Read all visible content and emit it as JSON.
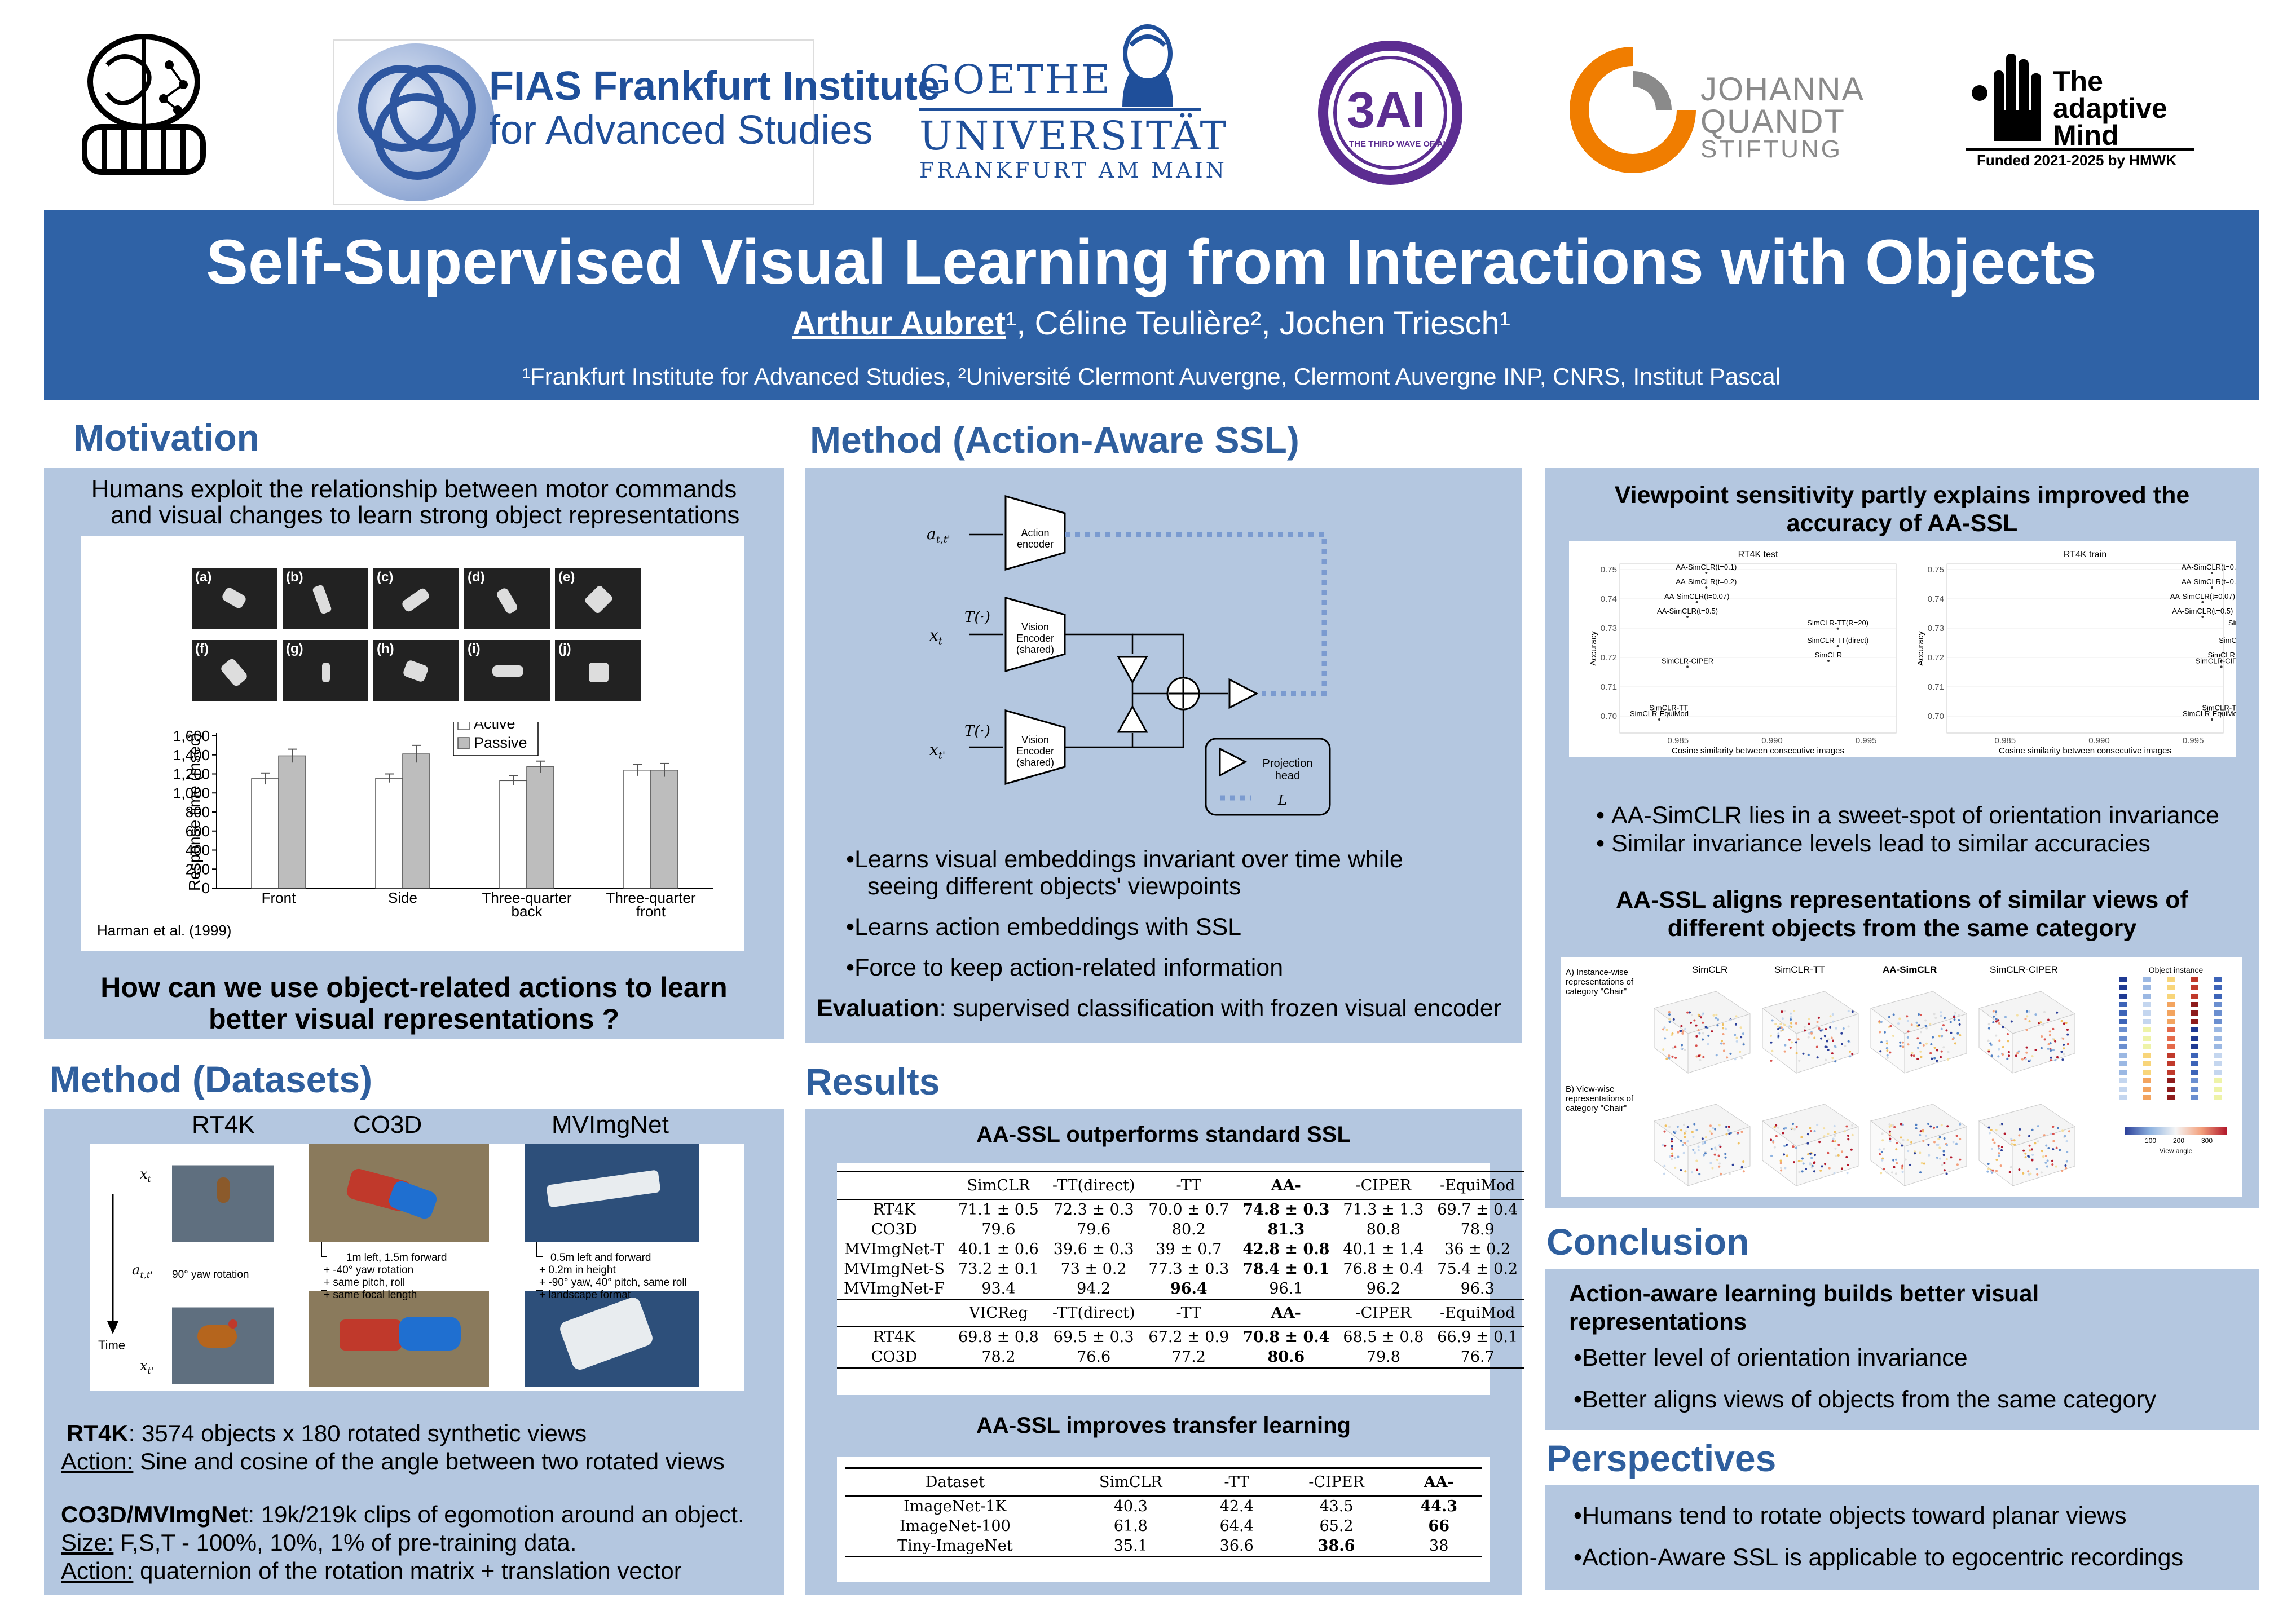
{
  "logos": {
    "fias_line1": "FIAS Frankfurt Institute",
    "fias_line2": "for Advanced Studies",
    "goethe_line1": "GOETHE",
    "goethe_line2": "UNIVERSITÄT",
    "goethe_line3": "FRANKFURT AM MAIN",
    "threeai": "3AI",
    "threeai_sub": "THE THIRD WAVE OF AI",
    "jq_line1": "JOHANNA",
    "jq_line2": "QUANDT",
    "jq_line3": "STIFTUNG",
    "am_line1": "The",
    "am_line2": "adaptive",
    "am_line3": "Mind",
    "am_funded": "Funded 2021-2025 by HMWK"
  },
  "header": {
    "title": "Self-Supervised Visual Learning from Interactions with Objects",
    "author1": "Arthur Aubret",
    "authors_rest": "¹, Céline Teulière², Jochen Triesch¹",
    "affiliations": "¹Frankfurt Institute for Advanced Studies, ²Université Clermont Auvergne, Clermont Auvergne INP, CNRS, Institut Pascal"
  },
  "motivation": {
    "title": "Motivation",
    "intro_line1": "Humans exploit the relationship between motor commands",
    "intro_line2": "and visual changes to learn strong object representations",
    "panel_labels": [
      "(a)",
      "(b)",
      "(c)",
      "(d)",
      "(e)",
      "(f)",
      "(g)",
      "(h)",
      "(i)",
      "(j)"
    ],
    "citation": "Harman et al. (1999)",
    "question_line1": "How can we use object-related actions to  learn",
    "question_line2": "better visual representations ?"
  },
  "chart_data": {
    "type": "bar",
    "ylabel": "Response time (msec)",
    "ylim": [
      0,
      1600
    ],
    "yticks": [
      "0",
      "200",
      "400",
      "600",
      "800",
      "1,000",
      "1,200",
      "1,400",
      "1,600"
    ],
    "categories": [
      "Front",
      "Side",
      "Three-quarter back",
      "Three-quarter front"
    ],
    "series": [
      {
        "name": "Active",
        "values": [
          1150,
          1155,
          1130,
          1240
        ],
        "errors": [
          60,
          45,
          50,
          60
        ],
        "color": "#ffffff"
      },
      {
        "name": "Passive",
        "values": [
          1390,
          1410,
          1275,
          1240
        ],
        "errors": [
          70,
          90,
          60,
          70
        ],
        "color": "#bdbdbd"
      }
    ],
    "legend_position": "top-right"
  },
  "method_ssl": {
    "title": "Method (Action-Aware SSL)",
    "action_encoder": "Action encoder",
    "vision_encoder_1": "Vision Encoder (shared)",
    "vision_encoder_2": "Vision Encoder (shared)",
    "projection_head": "Projection head",
    "loss_label": "L",
    "a_label": "a",
    "a_sub": "t,t'",
    "xt_label": "x",
    "xt_sub": "t",
    "xtp_label": "x",
    "xtp_sub": "t'",
    "T_label1": "T(·)",
    "T_label2": "T(·)",
    "bullets": [
      "Learns visual embeddings invariant over time while",
      "seeing different objects' viewpoints",
      "Learns action embeddings with SSL",
      "Force to keep action-related information"
    ],
    "evaluation_bold": "Evaluation",
    "evaluation_rest": ": supervised classification with frozen visual encoder"
  },
  "datasets": {
    "title": "Method (Datasets)",
    "col_rt4k": "RT4K",
    "col_co3d": "CO3D",
    "col_mvimgnet": "MVImgNet",
    "xt": "x",
    "xt_sub": "t",
    "att": "a",
    "att_sub": "t,t'",
    "xtp": "x",
    "xtp_sub": "t'",
    "time": "Time",
    "rt4k_action": "90° yaw rotation",
    "co3d_action": [
      "1m left, 1.5m forward",
      "+ -40° yaw rotation",
      "+ same pitch, roll",
      "+ same focal length"
    ],
    "mv_action": [
      "0.5m left and forward",
      "+ 0.2m in height",
      "+ -90° yaw, 40° pitch, same roll",
      "+ landscape format"
    ],
    "rt4k_bold": "RT4K",
    "rt4k_desc": ": 3574 objects x 180 rotated synthetic views",
    "action_u": "Action:",
    "rt4k_action_desc": " Sine and cosine of the angle between two rotated views",
    "co3d_bold": "CO3D/MVImgNe",
    "co3d_desc": "t: 19k/219k clips of egomotion around an object.",
    "size_u": "Size:",
    "size_desc": " F,S,T -  100%, 10%, 1% of pre-training data.",
    "action_u2": "Action:",
    "co3d_action_desc": " quaternion of the rotation matrix + translation vector"
  },
  "results": {
    "title": "Results",
    "subtitle1": "AA-SSL outperforms standard SSL",
    "table1_header": [
      "",
      "SimCLR",
      "-TT(direct)",
      "-TT",
      "AA-",
      "-CIPER",
      "-EquiMod"
    ],
    "table1_rows": [
      [
        "RT4K",
        "71.1 ± 0.5",
        "72.3 ± 0.3",
        "70.0 ± 0.7",
        "74.8 ± 0.3",
        "71.3 ± 1.3",
        "69.7 ± 0.4"
      ],
      [
        "CO3D",
        "79.6",
        "79.6",
        "80.2",
        "81.3",
        "80.8",
        "78.9"
      ],
      [
        "MVImgNet-T",
        "40.1 ± 0.6",
        "39.6 ± 0.3",
        "39 ± 0.7",
        "42.8 ± 0.8",
        "40.1 ± 1.4",
        "36 ± 0.2"
      ],
      [
        "MVImgNet-S",
        "73.2 ± 0.1",
        "73 ± 0.2",
        "77.3 ± 0.3",
        "78.4 ± 0.1",
        "76.8 ± 0.4",
        "75.4 ± 0.2"
      ],
      [
        "MVImgNet-F",
        "93.4",
        "94.2",
        "96.4",
        "96.1",
        "96.2",
        "96.3"
      ]
    ],
    "table1_bold": [
      [
        4
      ],
      [
        4
      ],
      [
        4
      ],
      [
        4
      ],
      [
        3
      ]
    ],
    "table2_header": [
      "",
      "VICReg",
      "-TT(direct)",
      "-TT",
      "AA-",
      "-CIPER",
      "-EquiMod"
    ],
    "table2_rows": [
      [
        "RT4K",
        "69.8 ± 0.8",
        "69.5 ± 0.3",
        "67.2 ± 0.9",
        "70.8 ± 0.4",
        "68.5 ± 0.8",
        "66.9 ± 0.1"
      ],
      [
        "CO3D",
        "78.2",
        "76.6",
        "77.2",
        "80.6",
        "79.8",
        "76.7"
      ]
    ],
    "subtitle2": "AA-SSL improves transfer learning",
    "table3_header": [
      "Dataset",
      "SimCLR",
      "-TT",
      "-CIPER",
      "AA-"
    ],
    "table3_rows": [
      [
        "ImageNet-1K",
        "40.3",
        "42.4",
        "43.5",
        "44.3"
      ],
      [
        "ImageNet-100",
        "61.8",
        "64.4",
        "65.2",
        "66"
      ],
      [
        "Tiny-ImageNet",
        "35.1",
        "36.6",
        "38.6",
        "38"
      ]
    ]
  },
  "viewpoint": {
    "title_line1": "Viewpoint sensitivity partly explains improved the",
    "title_line2": "accuracy of AA-SSL",
    "plot1_title": "RT4K test",
    "plot2_title": "RT4K train",
    "xlabel": "Cosine similarity between consecutive images",
    "ylabel": "Accuracy",
    "yticks": [
      "0.75",
      "0.74",
      "0.73",
      "0.72",
      "0.71",
      "0.70"
    ],
    "xticks": [
      "0.985",
      "0.990",
      "0.995"
    ],
    "point_labels": [
      "AA-SimCLR(t=0.1)",
      "AA-SimCLR(t=0.2)",
      "AA-SimCLR(t=0.07)",
      "AA-SimCLR(t=0.5)",
      "SimCLR-TT(R=20)",
      "SimCLR-TT(direct)",
      "SimCLR",
      "SimCLR-CIPER",
      "SimCLR-TT",
      "SimCLR-EquiMod"
    ],
    "bullets": [
      "AA-SimCLR lies in a sweet-spot of orientation invariance",
      "Similar invariance levels lead to similar accuracies"
    ],
    "align_title_line1": "AA-SSL aligns representations of similar views of",
    "align_title_line2": "different objects from the same category",
    "row_a": "A) Instance-wise representations of category \"Chair\"",
    "row_b": "B) View-wise representations of category \"Chair\"",
    "cols": [
      "SimCLR",
      "SimCLR-TT",
      "AA-SimCLR",
      "SimCLR-CIPER"
    ],
    "legend_title": "Object instance",
    "colorbar_ticks": [
      "100",
      "200",
      "300"
    ],
    "colorbar_label": "View angle"
  },
  "conclusion": {
    "title": "Conclusion",
    "heading_line1": "Action-aware learning builds better visual",
    "heading_line2": "representations",
    "bullets": [
      "Better level of orientation invariance",
      "Better aligns views of objects from the same category"
    ]
  },
  "perspectives": {
    "title": "Perspectives",
    "bullets": [
      "Humans tend to rotate objects toward planar views",
      "Action-Aware SSL is applicable to egocentric recordings"
    ]
  },
  "colors": {
    "brand_blue": "#2f62a6",
    "panel_blue": "#b4c7e0",
    "title_blue": "#2f5f9e",
    "dot_blue": "#7b9bd0"
  }
}
